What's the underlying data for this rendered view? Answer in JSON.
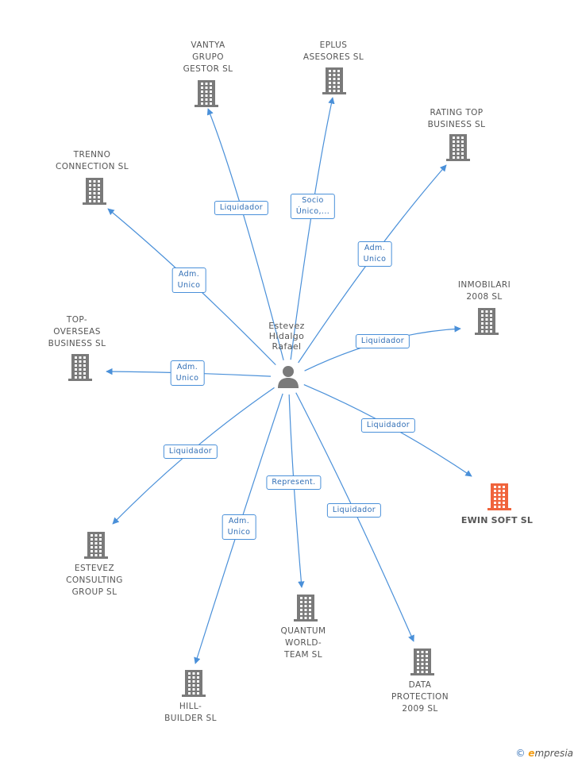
{
  "center": {
    "name_lines": [
      "Estevez",
      "Hidalgo",
      "Rafael"
    ]
  },
  "companies": [
    {
      "id": "vantya",
      "lines": [
        "VANTYA",
        "GRUPO",
        "GESTOR SL"
      ],
      "highlight": false
    },
    {
      "id": "eplus",
      "lines": [
        "EPLUS",
        "ASESORES SL"
      ],
      "highlight": false
    },
    {
      "id": "ratingtop",
      "lines": [
        "RATING TOP",
        "BUSINESS SL"
      ],
      "highlight": false
    },
    {
      "id": "trenno",
      "lines": [
        "TRENNO",
        "CONNECTION SL"
      ],
      "highlight": false
    },
    {
      "id": "inmobilari",
      "lines": [
        "INMOBILARI",
        "2008 SL"
      ],
      "highlight": false
    },
    {
      "id": "topover",
      "lines": [
        "TOP-",
        "OVERSEAS",
        "BUSINESS SL"
      ],
      "highlight": false
    },
    {
      "id": "ewin",
      "lines": [
        "EWIN SOFT SL"
      ],
      "highlight": true
    },
    {
      "id": "estevezcg",
      "lines": [
        "ESTEVEZ",
        "CONSULTING",
        "GROUP SL"
      ],
      "highlight": false
    },
    {
      "id": "quantum",
      "lines": [
        "QUANTUM",
        "WORLD-",
        "TEAM SL"
      ],
      "highlight": false
    },
    {
      "id": "dataprot",
      "lines": [
        "DATA",
        "PROTECTION",
        "2009 SL"
      ],
      "highlight": false
    },
    {
      "id": "hill",
      "lines": [
        "HILL-",
        "BUILDER SL"
      ],
      "highlight": false
    }
  ],
  "relations": [
    {
      "to": "vantya",
      "lines": [
        "Liquidador"
      ]
    },
    {
      "to": "eplus",
      "lines": [
        "Socio",
        "Único,..."
      ]
    },
    {
      "to": "ratingtop",
      "lines": [
        "Adm.",
        "Unico"
      ]
    },
    {
      "to": "trenno",
      "lines": [
        "Adm.",
        "Unico"
      ]
    },
    {
      "to": "inmobilari",
      "lines": [
        "Liquidador"
      ]
    },
    {
      "to": "topover",
      "lines": [
        "Adm.",
        "Unico"
      ]
    },
    {
      "to": "ewin",
      "lines": [
        "Liquidador"
      ]
    },
    {
      "to": "estevezcg",
      "lines": [
        "Liquidador"
      ]
    },
    {
      "to": "quantum",
      "lines": [
        "Represent."
      ]
    },
    {
      "to": "dataprot",
      "lines": [
        "Liquidador"
      ]
    },
    {
      "to": "hill",
      "lines": [
        "Adm.",
        "Unico"
      ]
    }
  ],
  "colors": {
    "edge": "#4a90d9",
    "building": "#7a7a7a",
    "highlight": "#f0643c",
    "person": "#7a7a7a"
  },
  "footer": {
    "copyright": "©",
    "brand_initial": "e",
    "brand_rest": "mpresia"
  }
}
